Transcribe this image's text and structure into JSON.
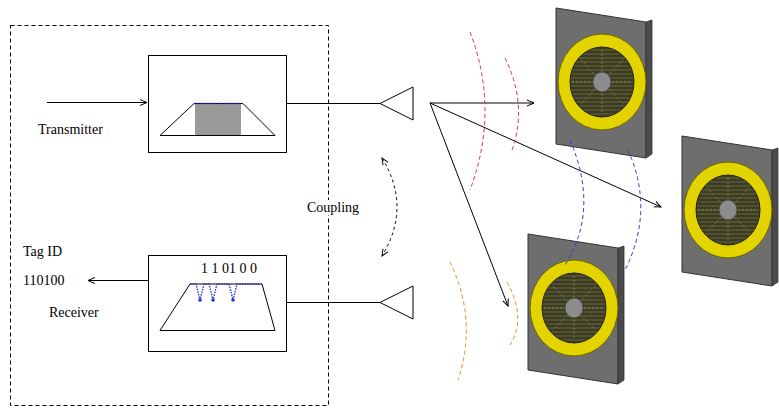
{
  "diagram": {
    "nodes": [
      {
        "text": [
          "Transmitter"
        ]
      },
      {
        "text": [
          "1 1 01 0 0",
          "Receiver"
        ]
      }
    ],
    "labels": [
      "Tag ID",
      "110100",
      "Coupling"
    ]
  }
}
